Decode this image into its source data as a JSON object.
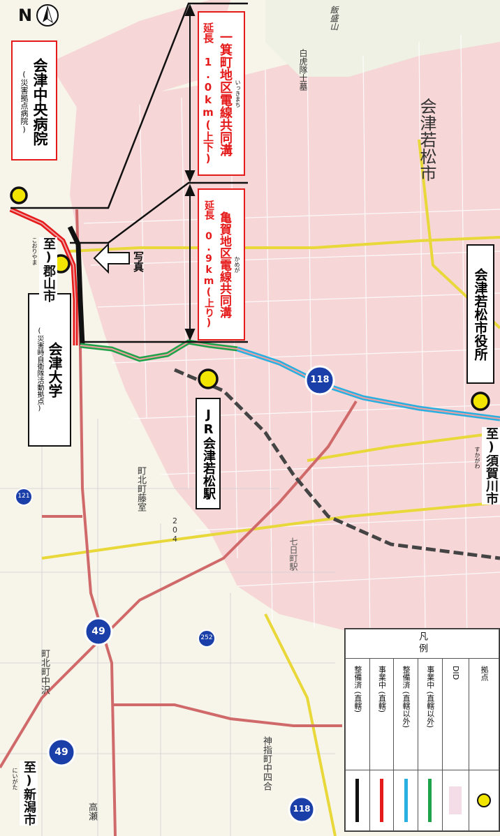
{
  "colors": {
    "done_direct": "#111111",
    "inprogress_direct": "#e51a1a",
    "done_other": "#2ab0e0",
    "inprogress_other": "#1fa34a",
    "did": "#f5dde8",
    "base": "#f2e600",
    "road_pink": "#d06a6a",
    "road_yellow": "#e8d83a"
  },
  "compass": {
    "letter": "N"
  },
  "facilities": {
    "hospital": {
      "name": "会津中央病院",
      "note": "(災害拠点病院)"
    },
    "university": {
      "name": "会津大学",
      "note": "(災害時自衛隊活動拠点)"
    },
    "station": {
      "name": "JR会津若松駅"
    },
    "cityhall": {
      "name": "会津若松市役所"
    }
  },
  "callouts": {
    "ikki": {
      "ruby": "いっきまち",
      "title": "一箕町地区電線共同溝",
      "length": "延長 1.0km(上下)"
    },
    "kamega": {
      "ruby": "かめが",
      "title": "亀賀地区電線共同溝",
      "length": "延長 0.9km(上り)"
    }
  },
  "destinations": {
    "koriyama": {
      "text": "至)郡山市",
      "ruby": "こおりやま"
    },
    "niigata": {
      "text": "至)新潟市",
      "ruby": "にいがた"
    },
    "sukagawa": {
      "text": "至)須賀川市",
      "ruby": "すかがわ"
    }
  },
  "photo_label": "写真",
  "place_names": {
    "aizuwakamatsu": "会津若松市",
    "byakkotai": "白虎隊士墓",
    "iimori": "飯盛山",
    "machikita_fujimuro": "町北町藤室",
    "machikita_nakazawa": "町北町中沢",
    "kandashi": "神指町中四合",
    "takase": "高瀬",
    "nanokamachi": "七日町駅",
    "elev": "204"
  },
  "route_shields": [
    {
      "id": "118a",
      "num": "118"
    },
    {
      "id": "49a",
      "num": "49"
    },
    {
      "id": "49b",
      "num": "49"
    },
    {
      "id": "118b",
      "num": "118"
    },
    {
      "id": "121",
      "num": "121"
    },
    {
      "id": "252",
      "num": "252"
    }
  ],
  "legend": {
    "title": "凡 例",
    "rows": [
      {
        "label": "整備済 (直轄)",
        "swatch": "done_direct"
      },
      {
        "label": "事業中 (直轄)",
        "swatch": "inprogress_direct"
      },
      {
        "label": "整備済 (直轄以外)",
        "swatch": "done_other"
      },
      {
        "label": "事業中 (直轄以外)",
        "swatch": "inprogress_other"
      },
      {
        "label": "DID",
        "swatch": "did"
      },
      {
        "label": "拠点",
        "swatch": "base"
      }
    ]
  }
}
